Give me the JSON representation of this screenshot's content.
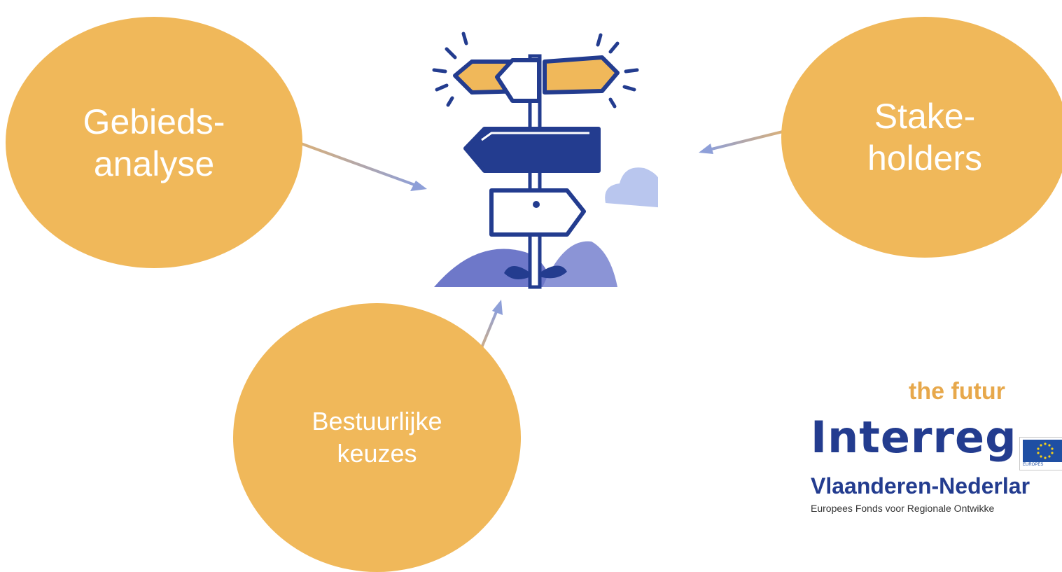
{
  "colors": {
    "bubble": "#f0b85a",
    "navy": "#233c8f",
    "sign_orange": "#f0b85a",
    "hill": "#6e78c9",
    "cloud": "#b9c6ee",
    "arrow_start": "#d9b07a",
    "arrow_end": "#8e9fd8",
    "interreg_blue": "#233c8f",
    "tagline": "#e7a84b"
  },
  "bubbles": {
    "gebieds": "Gebieds-\nanalyse",
    "stake": "Stake-\nholders",
    "bestuur": "Bestuurlijke\nkeuzes"
  },
  "center_icon": "signpost-crossroads-icon",
  "logo": {
    "tagline": "the futur",
    "brand": "Interreg",
    "region": "Vlaanderen-Nederlar",
    "fund": "Europees Fonds voor Regionale Ontwikke",
    "flag_caption": "EUROPES"
  }
}
